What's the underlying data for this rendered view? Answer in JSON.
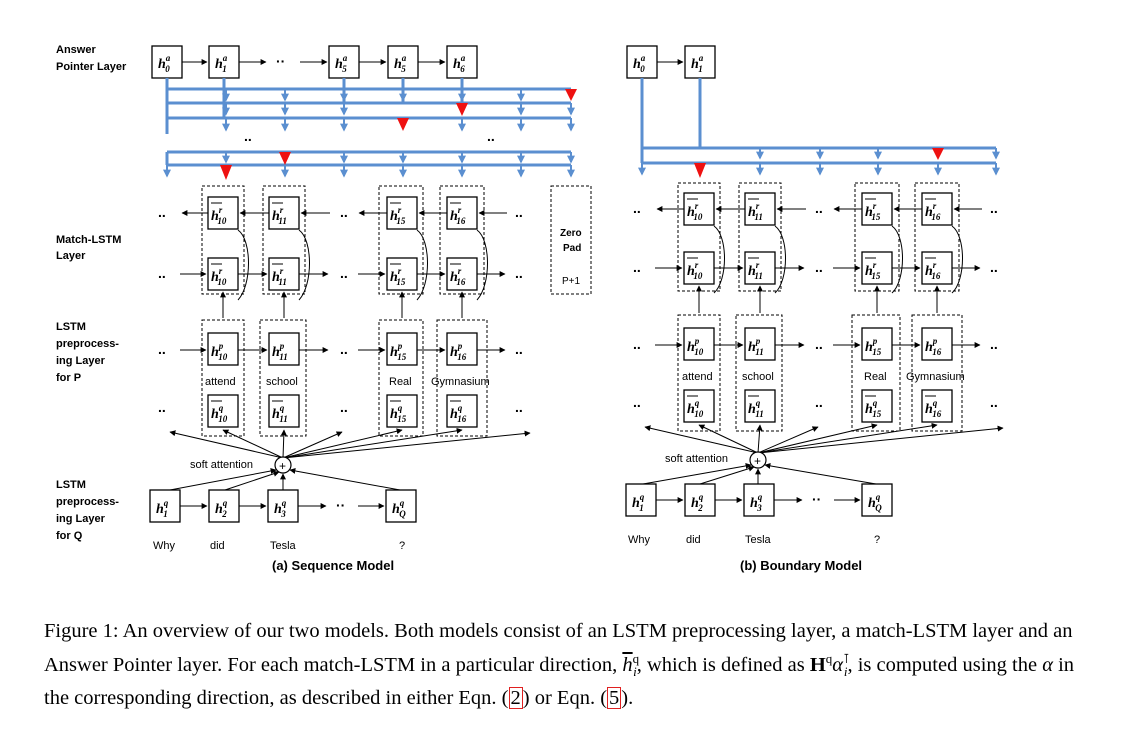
{
  "labels": {
    "answer_pointer": [
      "Answer",
      "Pointer Layer"
    ],
    "match_lstm": [
      "Match-LSTM",
      "Layer"
    ],
    "lstm_p": [
      "LSTM",
      "preprocess-",
      "ing Layer",
      "for P"
    ],
    "lstm_q": [
      "LSTM",
      "preprocess-",
      "ing Layer",
      "for Q"
    ],
    "soft_attention": "soft attention",
    "zero_pad": [
      "Zero",
      "Pad"
    ],
    "p_plus_one": "P+1",
    "plus": "+",
    "dots": "..",
    "ellipsis_arrow": "··"
  },
  "answer_states_seq": [
    {
      "base": "h",
      "sup": "a",
      "sub": "0"
    },
    {
      "base": "h",
      "sup": "a",
      "sub": "1"
    },
    {
      "base": "h",
      "sup": "a",
      "sub": "5"
    },
    {
      "base": "h",
      "sup": "a",
      "sub": "5"
    },
    {
      "base": "h",
      "sup": "a",
      "sub": "6"
    }
  ],
  "answer_states_boundary": [
    {
      "base": "h",
      "sup": "a",
      "sub": "0"
    },
    {
      "base": "h",
      "sup": "a",
      "sub": "1"
    }
  ],
  "match_back": [
    {
      "base": "h",
      "sup": "r",
      "sub": "10"
    },
    {
      "base": "h",
      "sup": "r",
      "sub": "11"
    },
    {
      "base": "h",
      "sup": "r",
      "sub": "15"
    },
    {
      "base": "h",
      "sup": "r",
      "sub": "16"
    }
  ],
  "match_fwd": [
    {
      "base": "h",
      "sup": "r",
      "sub": "10"
    },
    {
      "base": "h",
      "sup": "r",
      "sub": "11"
    },
    {
      "base": "h",
      "sup": "r",
      "sub": "15"
    },
    {
      "base": "h",
      "sup": "r",
      "sub": "16"
    }
  ],
  "passage_states": [
    {
      "base": "h",
      "sup": "p",
      "sub": "10"
    },
    {
      "base": "h",
      "sup": "p",
      "sub": "11"
    },
    {
      "base": "h",
      "sup": "p",
      "sub": "15"
    },
    {
      "base": "h",
      "sup": "p",
      "sub": "16"
    }
  ],
  "attn_states": [
    {
      "base": "h",
      "sup": "q",
      "sub": "10"
    },
    {
      "base": "h",
      "sup": "q",
      "sub": "11"
    },
    {
      "base": "h",
      "sup": "q",
      "sub": "15"
    },
    {
      "base": "h",
      "sup": "q",
      "sub": "16"
    }
  ],
  "passage_words": [
    "attend",
    "school",
    "Real",
    "Gymnasium"
  ],
  "question_states": [
    {
      "base": "h",
      "sup": "q",
      "sub": "1"
    },
    {
      "base": "h",
      "sup": "q",
      "sub": "2"
    },
    {
      "base": "h",
      "sup": "q",
      "sub": "3"
    },
    {
      "base": "h",
      "sup": "q",
      "sub": "Q"
    }
  ],
  "question_words": [
    "Why",
    "did",
    "Tesla",
    "?"
  ],
  "subcaptions": {
    "sequence": "(a) Sequence Model",
    "boundary": "(b) Boundary Model"
  },
  "caption": {
    "text_1": "Figure 1: An overview of our two models. Both models consist of an LSTM preprocessing layer, a match-LSTM layer and an Answer Pointer layer. For each match-LSTM in a particular direction, ",
    "text_2": ", which is defined as ",
    "text_3": ", is computed using the ",
    "text_4": " in the corresponding direction, as described in either Eqn. (",
    "ref_1": "2",
    "text_5": ") or Eqn. (",
    "ref_2": "5",
    "text_6": ").",
    "sym_h": "h",
    "sym_h_sup": "q",
    "sym_h_sub": "i",
    "sym_H": "H",
    "sym_H_sup": "q",
    "sym_alpha": "α",
    "sym_alpha_sub": "i",
    "sym_alpha_sup": "⊺",
    "sym_alpha_plain": "α"
  },
  "colors": {
    "pointer_line": "#5b8fd0",
    "pointer_highlight": "#ee1111",
    "ref_box": "#e02020"
  }
}
